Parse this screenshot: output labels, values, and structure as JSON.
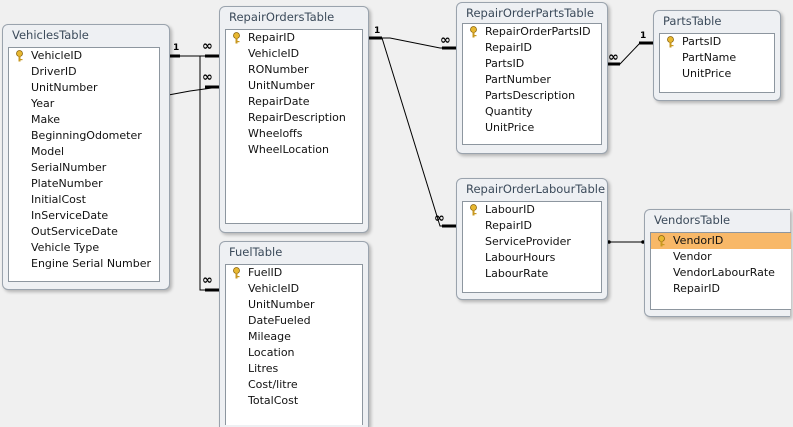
{
  "tables": {
    "vehicles": {
      "title": "VehiclesTable",
      "fields": [
        "VehicleID",
        "DriverID",
        "UnitNumber",
        "Year",
        "Make",
        "BeginningOdometer",
        "Model",
        "SerialNumber",
        "PlateNumber",
        "InitialCost",
        "InServiceDate",
        "OutServiceDate",
        "Vehicle Type",
        "Engine Serial Number"
      ]
    },
    "repair_orders": {
      "title": "RepairOrdersTable",
      "fields": [
        "RepairID",
        "VehicleID",
        "RONumber",
        "UnitNumber",
        "RepairDate",
        "RepairDescription",
        "Wheeloffs",
        "WheelLocation"
      ]
    },
    "repair_order_parts": {
      "title": "RepairOrderPartsTable",
      "fields": [
        "RepairOrderPartsID",
        "RepairID",
        "PartsID",
        "PartNumber",
        "PartsDescription",
        "Quantity",
        "UnitPrice"
      ]
    },
    "parts": {
      "title": "PartsTable",
      "fields": [
        "PartsID",
        "PartName",
        "UnitPrice"
      ]
    },
    "repair_order_labour": {
      "title": "RepairOrderLabourTable",
      "fields": [
        "LabourID",
        "RepairID",
        "ServiceProvider",
        "LabourHours",
        "LabourRate"
      ]
    },
    "vendors": {
      "title": "VendorsTable",
      "fields": [
        "VendorID",
        "Vendor",
        "VendorLabourRate",
        "RepairID"
      ]
    },
    "fuel": {
      "title": "FuelTable",
      "fields": [
        "FuelID",
        "VehicleID",
        "UnitNumber",
        "DateFueled",
        "Mileage",
        "Location",
        "Litres",
        "Cost/litre",
        "TotalCost"
      ]
    }
  },
  "relationships": {
    "one": "1",
    "many": "∞"
  },
  "colors": {
    "selected_field": "#f8b868",
    "line": "#000000"
  }
}
